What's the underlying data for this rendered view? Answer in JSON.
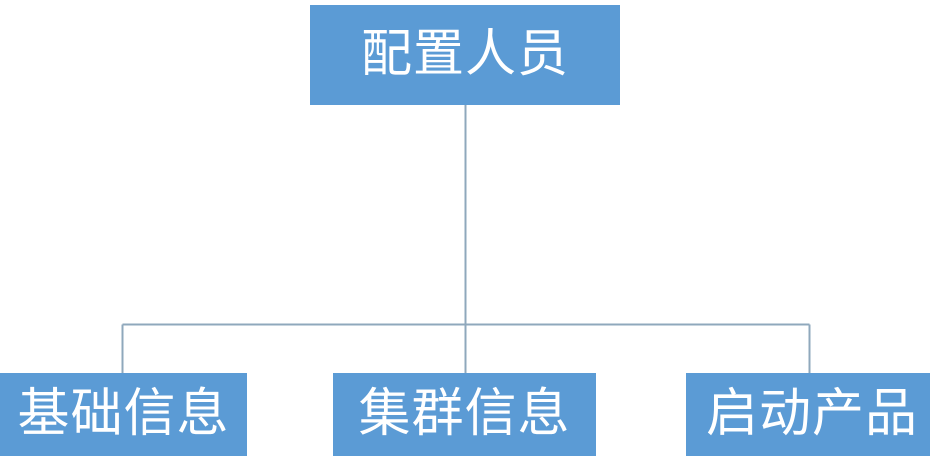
{
  "diagram": {
    "type": "org-chart",
    "background_color": "#ffffff",
    "box_color": "#5b9bd5",
    "text_color": "#ffffff",
    "connector_color": "#8fa8bc",
    "root": {
      "label": "配置人员"
    },
    "children": [
      {
        "label": "基础信息"
      },
      {
        "label": "集群信息"
      },
      {
        "label": "启动产品"
      }
    ]
  }
}
